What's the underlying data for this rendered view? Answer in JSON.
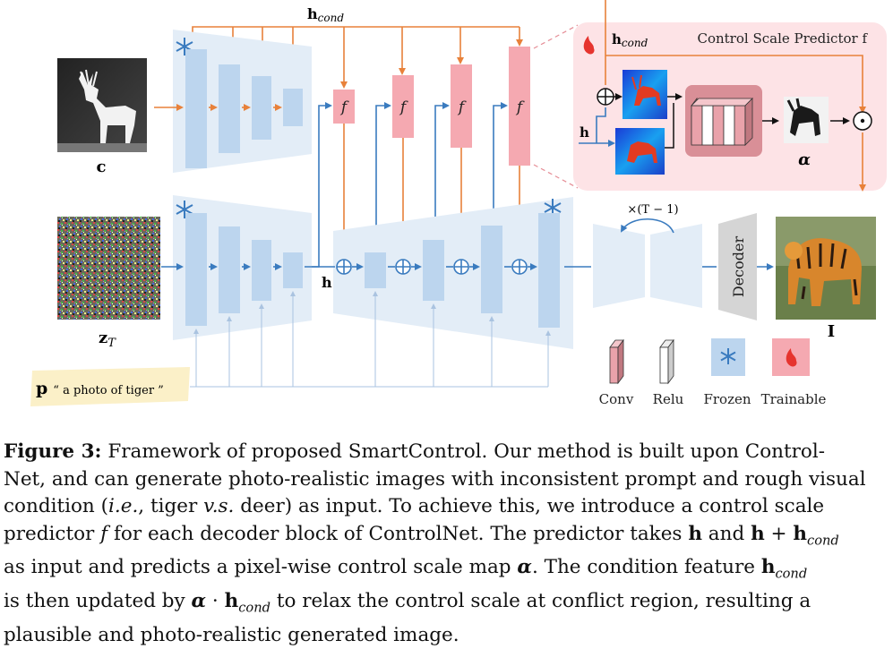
{
  "figure": {
    "labels": {
      "hcond_top": "h",
      "hcond_top_sub": "cond",
      "c": "c",
      "zT": "z",
      "zT_sub": "T",
      "h_mid": "h",
      "h_predictor": "h",
      "hcond_predictor": "h",
      "hcond_predictor_sub": "cond",
      "alpha": "α",
      "I": "I",
      "f": "f",
      "predictor_title": "Control Scale Predictor f",
      "loop": "×(T − 1)",
      "decoder": "Decoder",
      "prompt_bold": "p",
      "prompt_text": "“ a photo of tiger ”"
    },
    "legend": [
      {
        "label": "Conv",
        "icon": "conv-block-icon"
      },
      {
        "label": "Relu",
        "icon": "relu-block-icon"
      },
      {
        "label": "Frozen",
        "icon": "snowflake-icon"
      },
      {
        "label": "Trainable",
        "icon": "fire-icon"
      }
    ],
    "colors": {
      "frozen_fill": "#bcd5ee",
      "trainable_fill": "#f5a9b1",
      "orange_arrow": "#e8813a",
      "blue_arrow": "#3a7bbf",
      "predictor_bg": "#fde3e6",
      "prompt_bg": "#fbf0c8"
    }
  },
  "caption": {
    "label": "Figure 3:",
    "l1": " Framework of proposed SmartControl. Our method is built upon Control-",
    "l2": "Net, and can generate photo-realistic images with inconsistent prompt and rough visual",
    "l3a": "condition (",
    "l3b": "i.e.",
    "l3c": ", tiger ",
    "l3d": "v.s.",
    "l3e": " deer) as input. To achieve this, we introduce a control scale",
    "l4a": "predictor ",
    "l4b": "f",
    "l4c": " for each decoder block of ControlNet. The predictor takes ",
    "l4d": "h",
    "l4e": " and ",
    "l4f": "h",
    "l4g": " + ",
    "l4h": "h",
    "l4i": "cond",
    "l5a": "as input and predicts a pixel-wise control scale map ",
    "l5b": "α",
    "l5c": ". The condition feature ",
    "l5d": "h",
    "l5e": "cond",
    "l6a": "is then updated by ",
    "l6b": "α",
    "l6c": " · ",
    "l6d": "h",
    "l6e": "cond",
    "l6f": " to relax the control scale at conflict region, resulting a",
    "l7": "plausible and photo-realistic generated image."
  }
}
